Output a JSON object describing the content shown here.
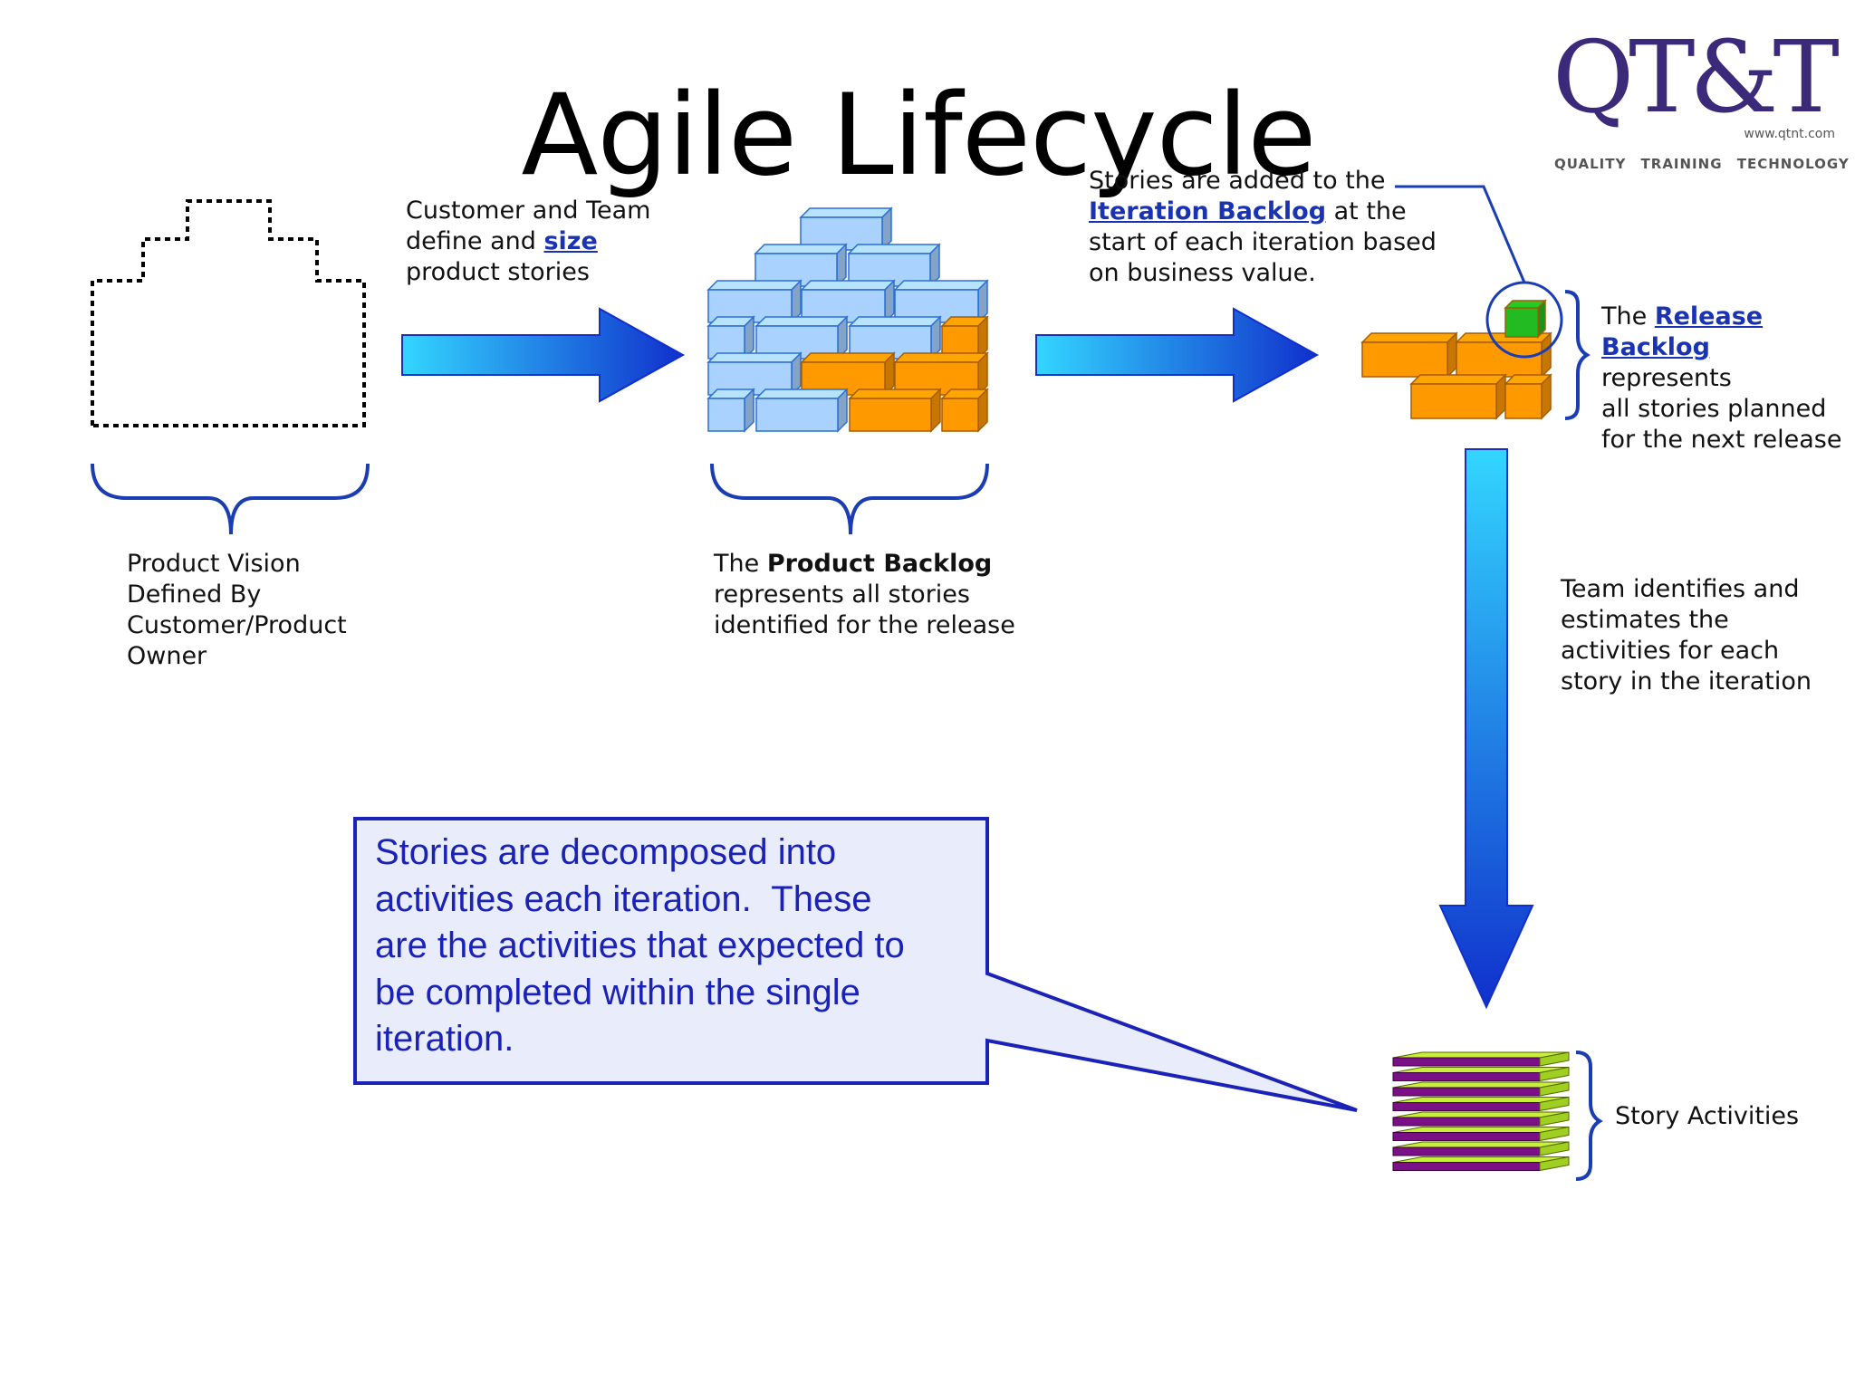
{
  "title": "Agile Lifecycle",
  "logo": {
    "mark": "QT&T",
    "url": "www.qtnt.com",
    "tagline": "QUALITY TRAINING TECHNOLOGY"
  },
  "step1": {
    "line1": "Customer and Team",
    "line2_prefix": "define and ",
    "line2_link": "size",
    "line3": "product stories"
  },
  "step2": {
    "line1": "Stories are added to the",
    "line2_link": "Iteration Backlog",
    "line2_suffix": " at the",
    "line3": "start of each iteration based",
    "line4": "on business value."
  },
  "vision_label": {
    "line1": "Product Vision",
    "line2": "Defined By",
    "line3": "Customer/Product",
    "line4": "Owner"
  },
  "product_backlog_label": {
    "prefix": "The ",
    "bold": "Product Backlog",
    "line2": "represents all stories",
    "line3": "identified for the release"
  },
  "release_backlog_label": {
    "prefix": "The ",
    "link1": "Release",
    "link2": "Backlog",
    "line2_suffix": " represents",
    "line3": "all stories planned",
    "line4": "for the next release"
  },
  "team_label": {
    "line1": "Team identifies and",
    "line2": "estimates the",
    "line3": "activities for each",
    "line4": "story in the iteration"
  },
  "callout": {
    "line1": "Stories are decomposed into",
    "line2": "activities each iteration.  These",
    "line3": "are the activities that expected to",
    "line4": "be completed within the single",
    "line5": "iteration."
  },
  "story_activities_label": "Story Activities",
  "colors": {
    "arrow_light": "#33ccff",
    "arrow_dark": "#1133cc",
    "brick_blue": "#a9d2ff",
    "brick_orange": "#ff9900",
    "story_green": "#22bb22",
    "brace_blue": "#1a3db3",
    "callout_fill": "#e8ecfb",
    "callout_border": "#1a22b8",
    "activity_purple": "#7a0f86",
    "activity_lime": "#c8ef3c"
  }
}
